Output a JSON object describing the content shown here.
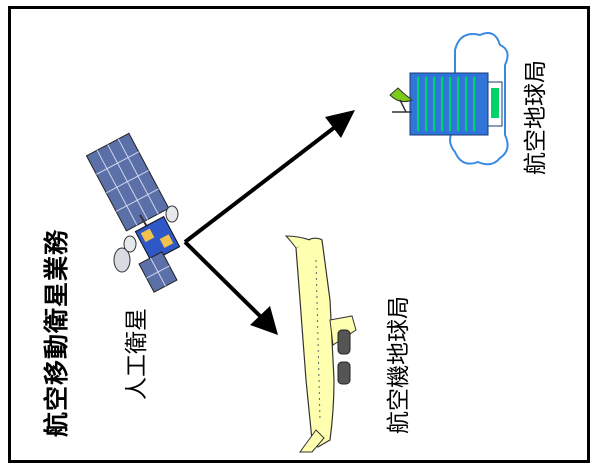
{
  "diagram": {
    "title": "航空移動衛星業務",
    "labels": {
      "satellite": "人工衛星",
      "aircraft_earth_station": "航空機地球局",
      "aeronautical_earth_station": "航空地球局"
    },
    "colors": {
      "frame": "#000000",
      "arrow": "#000000",
      "satellite_panel": "#5b6fa8",
      "satellite_body": "#2f57c7",
      "aircraft_body": "#ffffb0",
      "building": "#2f76d8",
      "building_stripe": "#00d36a",
      "dish": "#7acb1a"
    }
  }
}
